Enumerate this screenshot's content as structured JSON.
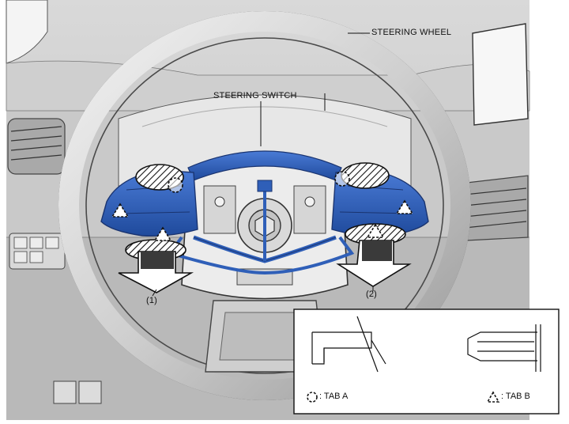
{
  "labels": {
    "steering_wheel": "STEERING WHEEL",
    "steering_switch": "STEERING SWITCH",
    "step_1": "(1)",
    "step_2": "(2)"
  },
  "legend": {
    "tab_a": ": TAB A",
    "tab_b": ": TAB B"
  },
  "colors": {
    "switch_blue": "#2f5fb8",
    "switch_dark": "#1d3f86",
    "metal": "#e6e6e6",
    "outline": "#3a3a3a"
  },
  "icons": {
    "tab_a_symbol": "dashed-circle",
    "tab_b_symbol": "dashed-triangle",
    "removal_arrow": "down-arrow"
  }
}
